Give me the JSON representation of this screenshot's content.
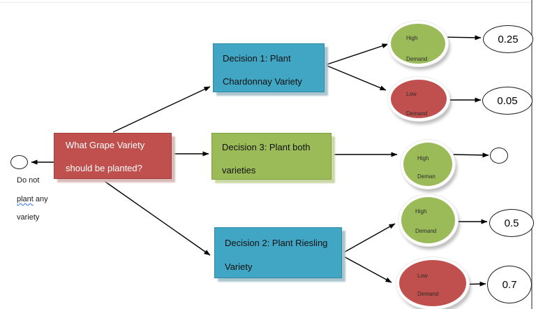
{
  "palette": {
    "node_red": "#c0504d",
    "node_green": "#9bbb59",
    "node_blue": "#41a5c4",
    "root_text": "#ffffff",
    "decision_text": "#101010",
    "page_border": "#909090"
  },
  "root_node": {
    "line1": "What Grape Variety",
    "line2": "should be planted?"
  },
  "reject_branch": {
    "line1": "Do not",
    "line2_word1": "plant",
    "line2_word2": "any",
    "line3": "variety"
  },
  "decisions": [
    {
      "line1": "Decision 1: Plant",
      "line2": "Chardonnay Variety"
    },
    {
      "line1": "Decision 3: Plant both",
      "line2": "varieties"
    },
    {
      "line1": "Decision 2: Plant Riesling",
      "line2": "Variety"
    }
  ],
  "chance_nodes": [
    {
      "line1": "High",
      "line2": "Demand"
    },
    {
      "line1": "Low",
      "line2": "Demand"
    },
    {
      "line1": "High",
      "line2": "Deman"
    },
    {
      "line1": "High",
      "line2": "Demand"
    },
    {
      "line1": "Low",
      "line2": "Demand"
    }
  ],
  "terminals": [
    {
      "value": "0.25"
    },
    {
      "value": "0.05"
    },
    {
      "value": ""
    },
    {
      "value": "0.5"
    },
    {
      "value": "0.7"
    }
  ]
}
